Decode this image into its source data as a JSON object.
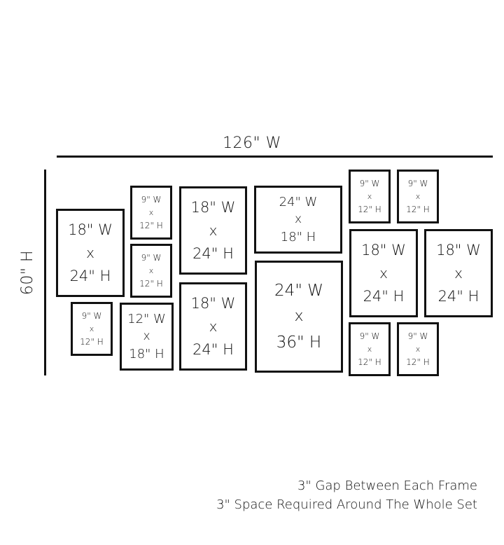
{
  "dimensions": {
    "width_label": "126\" W",
    "height_label": "60\" H"
  },
  "frames": [
    {
      "id": "f1",
      "w": "18\" W",
      "x": "x",
      "h": "24\" H"
    },
    {
      "id": "f2",
      "w": "9\" W",
      "x": "x",
      "h": "12\" H"
    },
    {
      "id": "f3",
      "w": "9\" W",
      "x": "x",
      "h": "12\" H"
    },
    {
      "id": "f4",
      "w": "9\" W",
      "x": "x",
      "h": "12\" H"
    },
    {
      "id": "f5",
      "w": "12\" W",
      "x": "x",
      "h": "18\" H"
    },
    {
      "id": "f6",
      "w": "18\" W",
      "x": "x",
      "h": "24\" H"
    },
    {
      "id": "f7",
      "w": "18\" W",
      "x": "x",
      "h": "24\" H"
    },
    {
      "id": "f8",
      "w": "24\" W",
      "x": "x",
      "h": "18\" H"
    },
    {
      "id": "f9",
      "w": "24\" W",
      "x": "x",
      "h": "36\" H"
    },
    {
      "id": "f10",
      "w": "9\" W",
      "x": "x",
      "h": "12\" H"
    },
    {
      "id": "f11",
      "w": "9\" W",
      "x": "x",
      "h": "12\" H"
    },
    {
      "id": "f12",
      "w": "18\" W",
      "x": "x",
      "h": "24\" H"
    },
    {
      "id": "f13",
      "w": "18\" W",
      "x": "x",
      "h": "24\" H"
    },
    {
      "id": "f14",
      "w": "9\" W",
      "x": "x",
      "h": "12\" H"
    },
    {
      "id": "f15",
      "w": "9\" W",
      "x": "x",
      "h": "12\" H"
    }
  ],
  "notes": {
    "gap": "3\" Gap Between Each Frame",
    "space": "3\" Space Required Around The Whole Set"
  }
}
